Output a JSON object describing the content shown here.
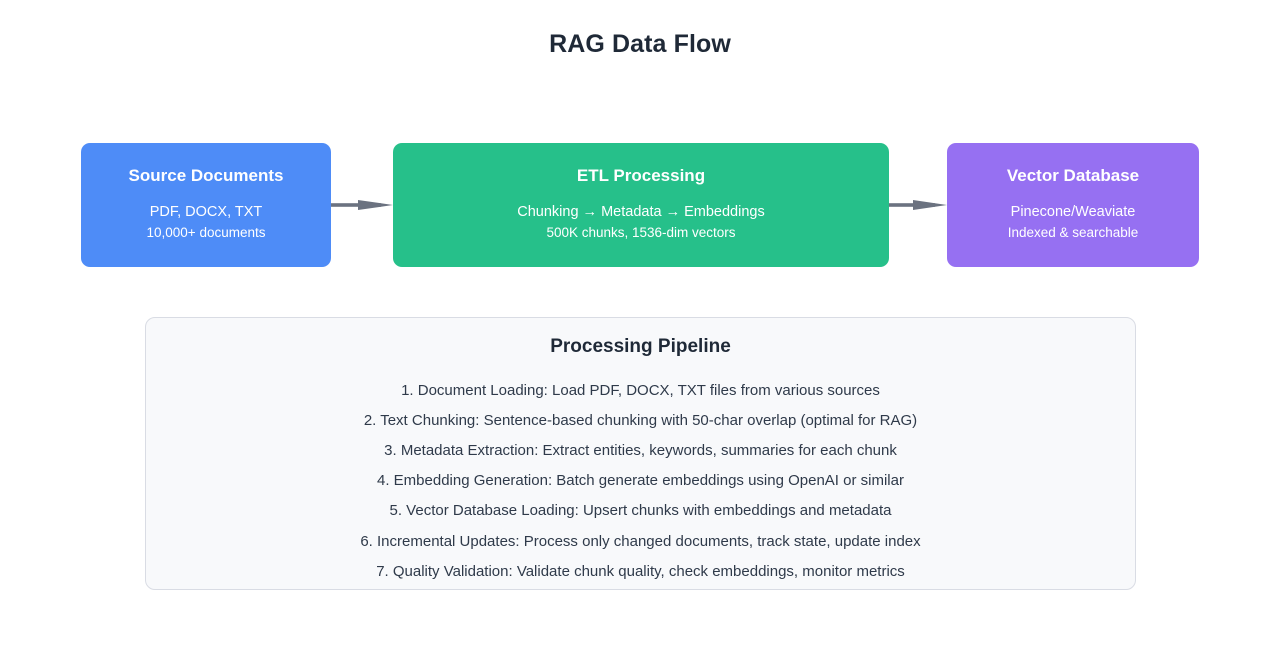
{
  "page": {
    "title": "RAG Data Flow",
    "background_color": "#ffffff"
  },
  "flow": {
    "arrow_color": "#6b7280",
    "nodes": [
      {
        "id": "source-documents",
        "title": "Source Documents",
        "line1": "PDF, DOCX, TXT",
        "line2": "10,000+ documents",
        "color": "#4e8cf7"
      },
      {
        "id": "etl-processing",
        "title": "ETL Processing",
        "line1": "Chunking → Metadata → Embeddings",
        "line2": "500K chunks, 1536-dim vectors",
        "color": "#26c08a"
      },
      {
        "id": "vector-database",
        "title": "Vector Database",
        "line1": "Pinecone/Weaviate",
        "line2": "Indexed & searchable",
        "color": "#9670f2"
      }
    ],
    "connectors": [
      {
        "id": "arrow-source-to-etl",
        "from": "source-documents",
        "to": "etl-processing"
      },
      {
        "id": "arrow-etl-to-vector",
        "from": "etl-processing",
        "to": "vector-database"
      }
    ]
  },
  "pipeline": {
    "title": "Processing Pipeline",
    "background_color": "#f8f9fb",
    "border_color": "#d9dce4",
    "steps": [
      "1. Document Loading: Load PDF, DOCX, TXT files from various sources",
      "2. Text Chunking: Sentence-based chunking with 50-char overlap (optimal for RAG)",
      "3. Metadata Extraction: Extract entities, keywords, summaries for each chunk",
      "4. Embedding Generation: Batch generate embeddings using OpenAI or similar",
      "5. Vector Database Loading: Upsert chunks with embeddings and metadata",
      "6. Incremental Updates: Process only changed documents, track state, update index",
      "7. Quality Validation: Validate chunk quality, check embeddings, monitor metrics"
    ]
  }
}
